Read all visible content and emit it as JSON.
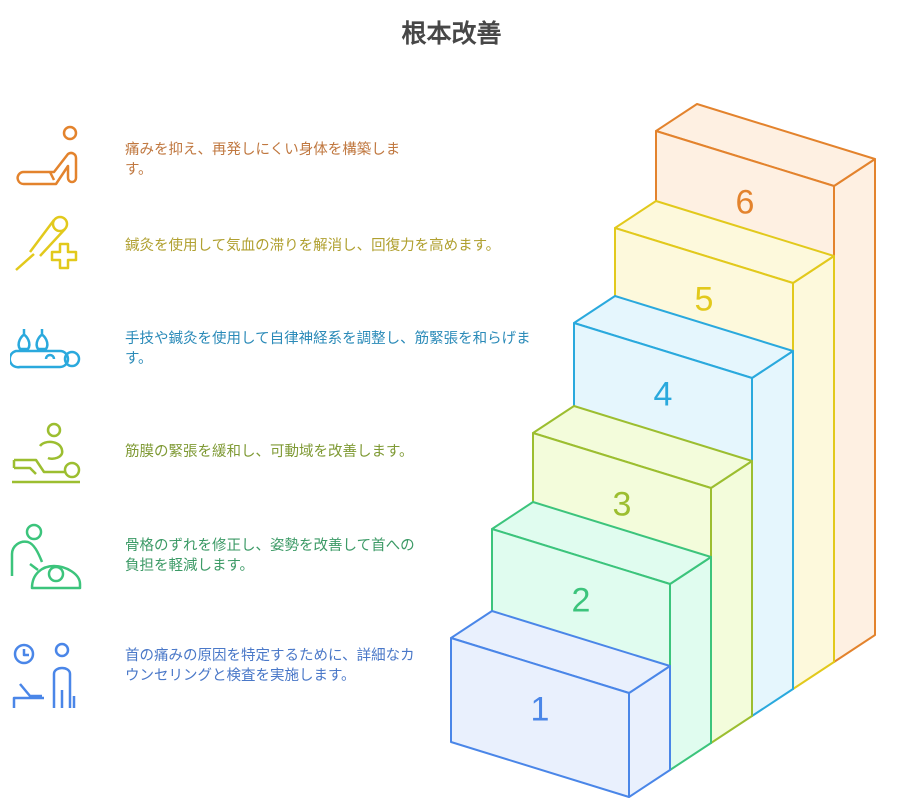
{
  "title": "根本改善",
  "steps": [
    {
      "number": "1",
      "text": "首の痛みの原因を特定するために、詳細なカウンセリングと検査を実施します。",
      "icon": "consultation-icon",
      "stroke": "#4a86e8",
      "fill": "#e9f0fd",
      "text_color": "#4a78c8"
    },
    {
      "number": "2",
      "text": "骨格のずれを修正し、姿勢を改善して首への負担を軽減します。",
      "icon": "chiropractic-icon",
      "stroke": "#3cc47c",
      "fill": "#e0fcef",
      "text_color": "#3c9a66"
    },
    {
      "number": "3",
      "text": "筋膜の緊張を緩和し、可動域を改善します。",
      "icon": "massage-icon",
      "stroke": "#9cbe30",
      "fill": "#f3fcdb",
      "text_color": "#7f9a35"
    },
    {
      "number": "4",
      "text": "手技や鍼灸を使用して自律神経系を調整し、筋緊張を和らげます。",
      "icon": "acupuncture-treatment-icon",
      "stroke": "#2aa9dd",
      "fill": "#e5f6fd",
      "text_color": "#2a8ab8"
    },
    {
      "number": "5",
      "text": "鍼灸を使用して気血の滞りを解消し、回復力を高めます。",
      "icon": "needle-health-icon",
      "stroke": "#e2c91c",
      "fill": "#fdf9dc",
      "text_color": "#b0a030"
    },
    {
      "number": "6",
      "text": "痛みを抑え、再発しにくい身体を構築します。",
      "icon": "stretching-icon",
      "stroke": "#e3832d",
      "fill": "#fef0e2",
      "text_color": "#c07840"
    }
  ]
}
